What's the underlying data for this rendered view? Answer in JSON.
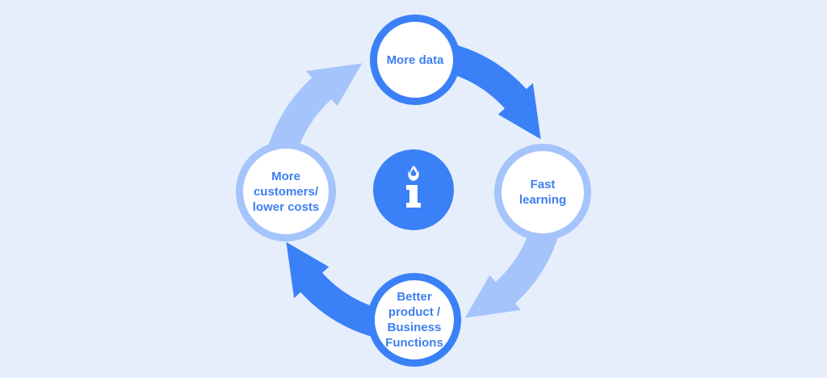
{
  "diagram": {
    "nodes": {
      "top": "More data",
      "right": "Fast\nlearning",
      "bottom": "Better\nproduct /\nBusiness\nFunctions",
      "left": "More\ncustomers/\nlower costs"
    },
    "center_icon": "flame-info-icon",
    "colors": {
      "background": "#e6eefc",
      "dark_blue": "#3a80f7",
      "light_blue": "#a4c4fb",
      "label": "#3d7ff0"
    }
  }
}
